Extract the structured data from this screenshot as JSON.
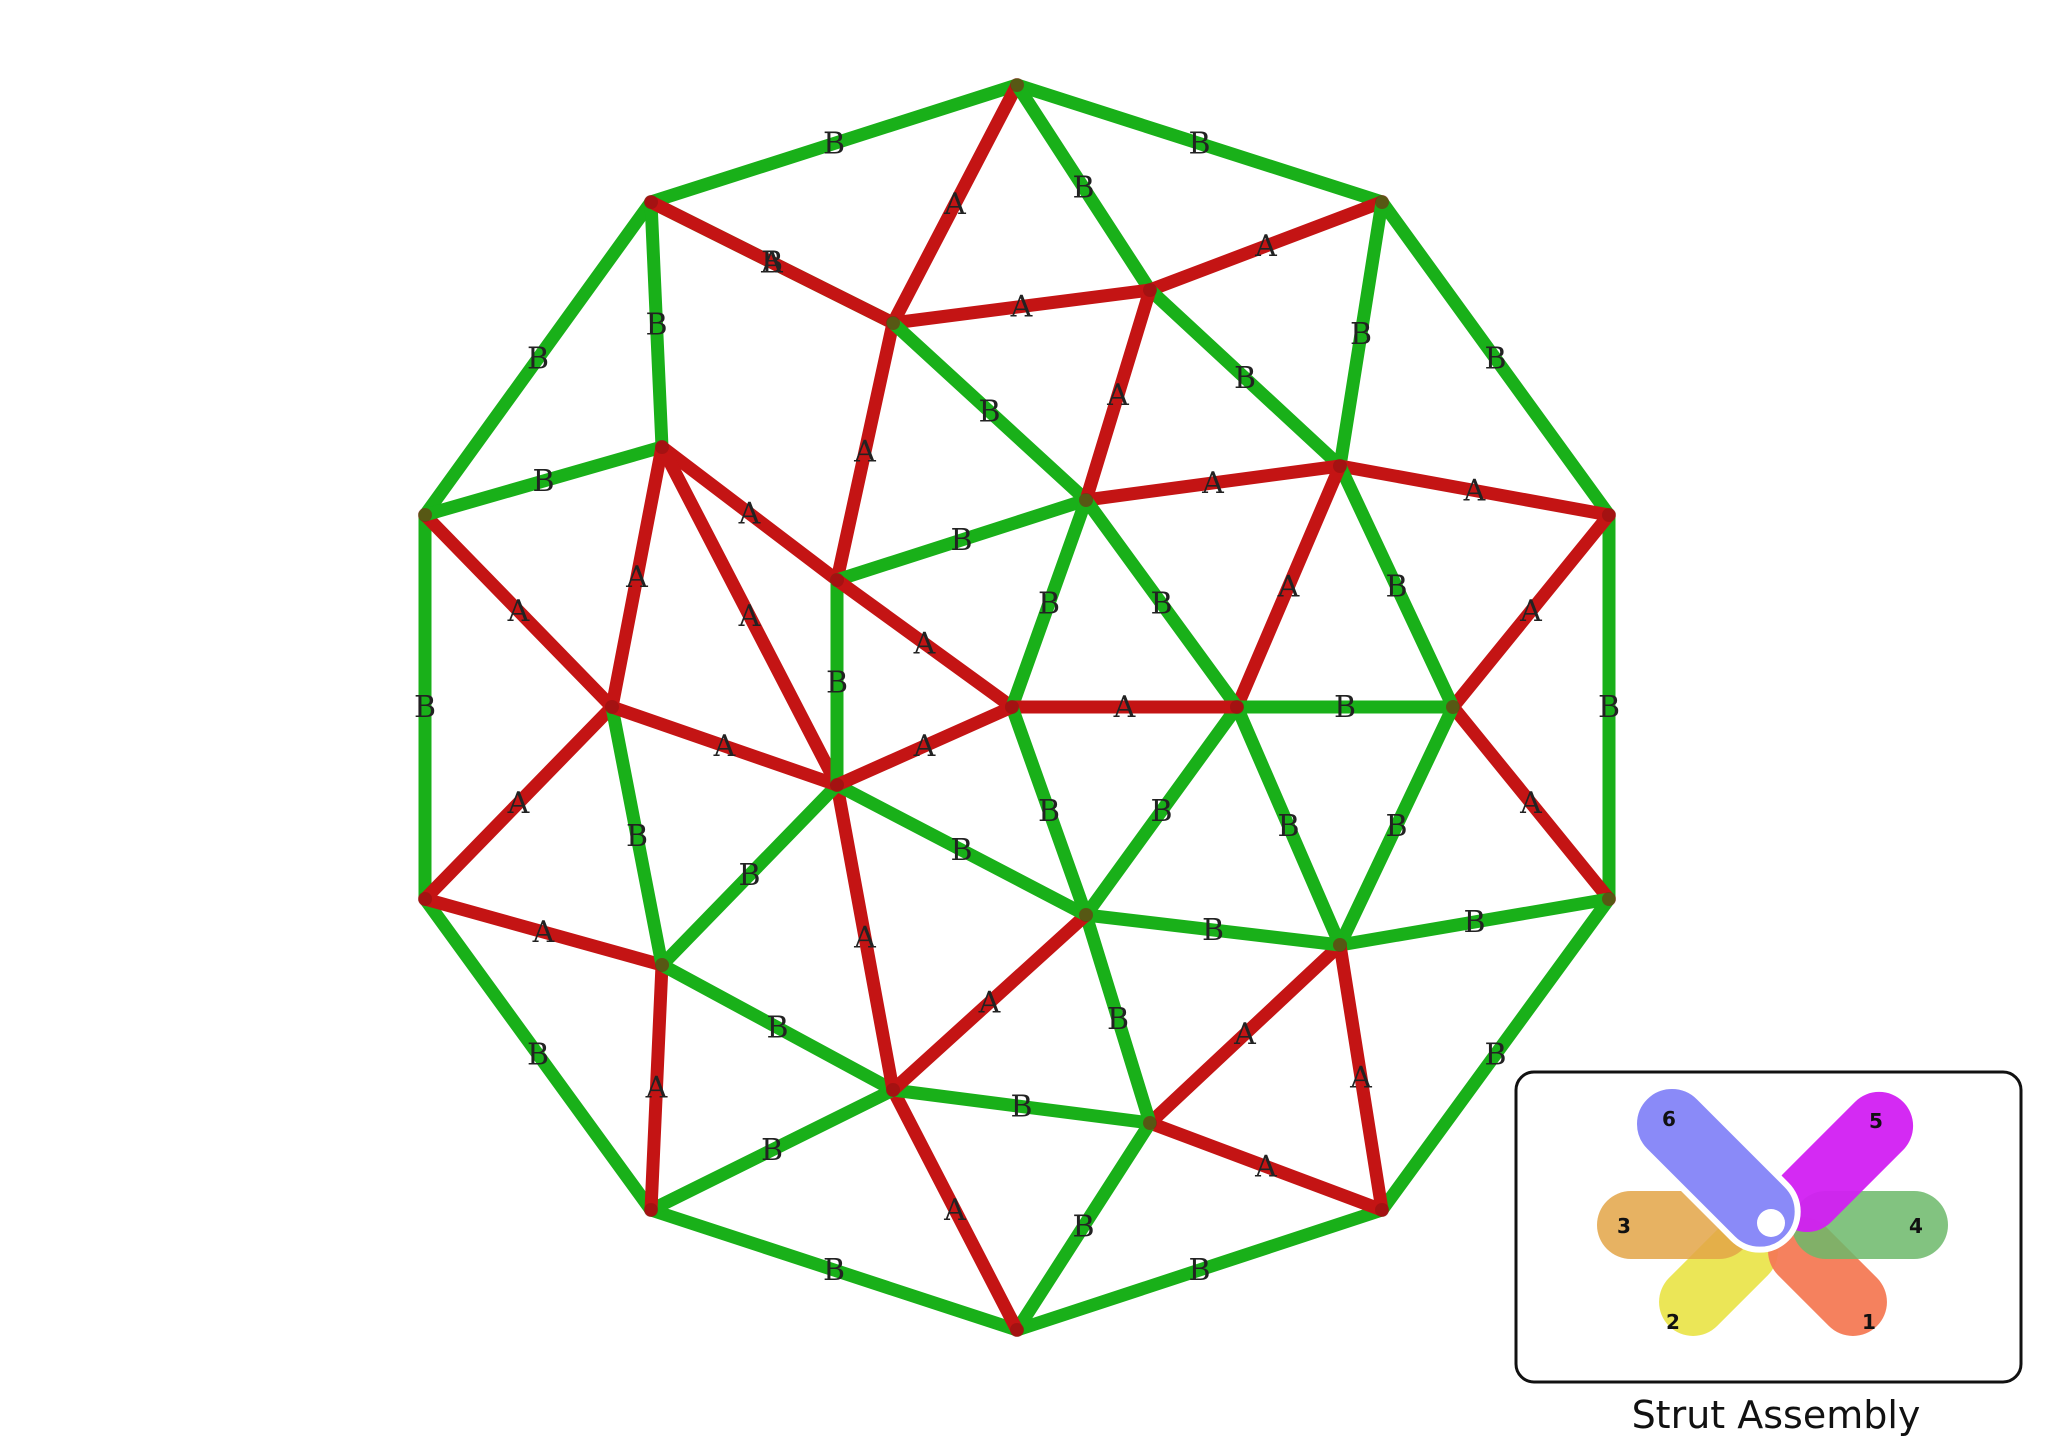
{
  "colors": {
    "A": "#c41414",
    "B": "#19b019"
  },
  "legend": {
    "caption": "Strut Assembly",
    "joints": [
      {
        "number": "1",
        "color": "#f47a55"
      },
      {
        "number": "2",
        "color": "#eae54e"
      },
      {
        "number": "3",
        "color": "#e3a447"
      },
      {
        "number": "4",
        "color": "#6cb86a"
      },
      {
        "number": "5",
        "color": "#d21ff2"
      },
      {
        "number": "6",
        "color": "#8a8af8"
      }
    ]
  },
  "struts": [
    {
      "label": "B",
      "type": "B"
    },
    {
      "label": "B",
      "type": "B"
    },
    {
      "label": "B",
      "type": "B"
    },
    {
      "label": "B",
      "type": "B"
    },
    {
      "label": "B",
      "type": "B"
    },
    {
      "label": "B",
      "type": "B"
    },
    {
      "label": "B",
      "type": "B"
    },
    {
      "label": "B",
      "type": "B"
    },
    {
      "label": "B",
      "type": "B"
    },
    {
      "label": "B",
      "type": "B"
    },
    {
      "label": "B",
      "type": "B"
    },
    {
      "label": "B",
      "type": "B"
    },
    {
      "label": "B",
      "type": "B"
    },
    {
      "label": "A",
      "type": "A"
    },
    {
      "label": "A",
      "type": "A"
    },
    {
      "label": "B",
      "type": "B"
    },
    {
      "label": "B",
      "type": "B"
    },
    {
      "label": "A",
      "type": "A"
    },
    {
      "label": "A",
      "type": "A"
    },
    {
      "label": "B",
      "type": "B"
    },
    {
      "label": "B",
      "type": "B"
    },
    {
      "label": "A",
      "type": "A"
    },
    {
      "label": "B",
      "type": "B"
    },
    {
      "label": "A",
      "type": "A"
    },
    {
      "label": "B",
      "type": "B"
    },
    {
      "label": "A",
      "type": "A"
    },
    {
      "label": "B",
      "type": "B"
    },
    {
      "label": "A",
      "type": "A"
    },
    {
      "label": "A",
      "type": "A"
    },
    {
      "label": "B",
      "type": "B"
    },
    {
      "label": "A",
      "type": "A"
    },
    {
      "label": "B",
      "type": "B"
    },
    {
      "label": "A",
      "type": "A"
    },
    {
      "label": "A",
      "type": "A"
    },
    {
      "label": "A",
      "type": "A"
    },
    {
      "label": "B",
      "type": "B"
    },
    {
      "label": "A",
      "type": "A"
    },
    {
      "label": "B",
      "type": "B"
    },
    {
      "label": "B",
      "type": "B"
    },
    {
      "label": "A",
      "type": "A"
    },
    {
      "label": "B",
      "type": "B"
    },
    {
      "label": "B",
      "type": "B"
    },
    {
      "label": "A",
      "type": "A"
    },
    {
      "label": "B",
      "type": "B"
    },
    {
      "label": "A",
      "type": "A"
    },
    {
      "label": "A",
      "type": "A"
    },
    {
      "label": "A",
      "type": "A"
    },
    {
      "label": "A",
      "type": "A"
    },
    {
      "label": "A",
      "type": "A"
    },
    {
      "label": "B",
      "type": "B"
    },
    {
      "label": "B",
      "type": "B"
    },
    {
      "label": "B",
      "type": "B"
    },
    {
      "label": "B",
      "type": "B"
    },
    {
      "label": "B",
      "type": "B"
    },
    {
      "label": "A",
      "type": "A"
    },
    {
      "label": "B",
      "type": "B"
    },
    {
      "label": "A",
      "type": "A"
    },
    {
      "label": "B",
      "type": "B"
    },
    {
      "label": "A",
      "type": "A"
    },
    {
      "label": "A",
      "type": "A"
    },
    {
      "label": "B",
      "type": "B"
    },
    {
      "label": "B",
      "type": "B"
    },
    {
      "label": "A",
      "type": "A"
    },
    {
      "label": "B",
      "type": "B"
    },
    {
      "label": "A",
      "type": "A"
    },
    {
      "label": "A",
      "type": "A"
    },
    {
      "label": "B",
      "type": "B"
    },
    {
      "label": "A",
      "type": "A"
    },
    {
      "label": "A",
      "type": "A"
    },
    {
      "label": "B",
      "type": "B"
    },
    {
      "label": "A",
      "type": "A"
    },
    {
      "label": "A",
      "type": "A"
    },
    {
      "label": "B",
      "type": "B"
    },
    {
      "label": "B",
      "type": "B"
    },
    {
      "label": "B",
      "type": "B"
    }
  ]
}
